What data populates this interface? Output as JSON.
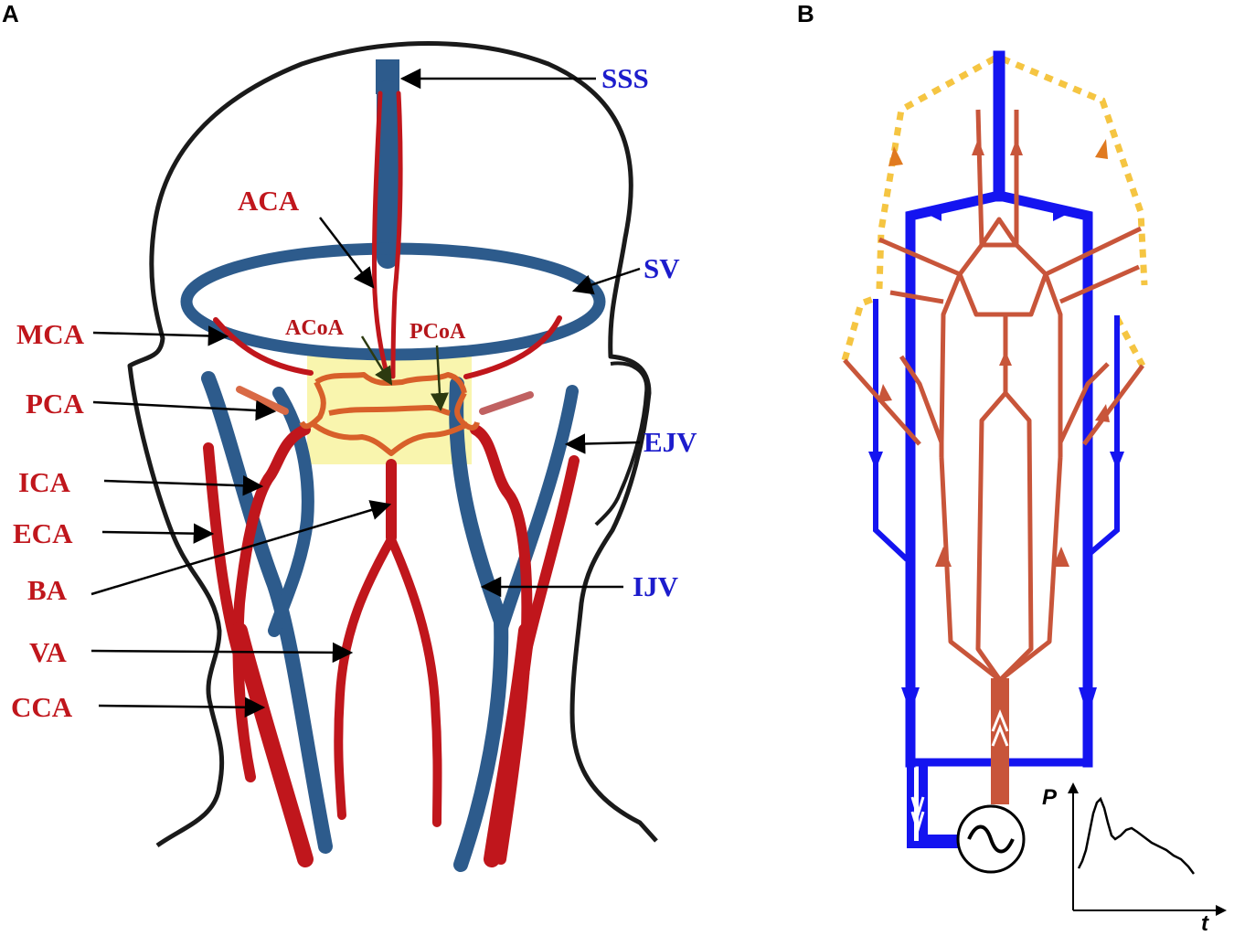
{
  "panels": {
    "a": "A",
    "b": "B"
  },
  "colors": {
    "artery": "#c0161c",
    "vein": "#2d5b8c",
    "label_red": "#c0161c",
    "label_blue": "#1c1ccc",
    "model_artery": "#c8553a",
    "model_vein": "#1414f0",
    "dotted": "#f5c542",
    "highlight": "#f8f3a0"
  },
  "labels_left": {
    "mca": "MCA",
    "pca": "PCA",
    "ica": "ICA",
    "eca": "ECA",
    "ba": "BA",
    "va": "VA",
    "cca": "CCA"
  },
  "labels_top": {
    "aca": "ACA",
    "acoa": "ACoA",
    "pcoa": "PCoA"
  },
  "labels_right": {
    "sss": "SSS",
    "sv": "SV",
    "ejv": "EJV",
    "ijv": "IJV"
  },
  "pressure_plot": {
    "y_axis": "P",
    "x_axis": "t"
  }
}
